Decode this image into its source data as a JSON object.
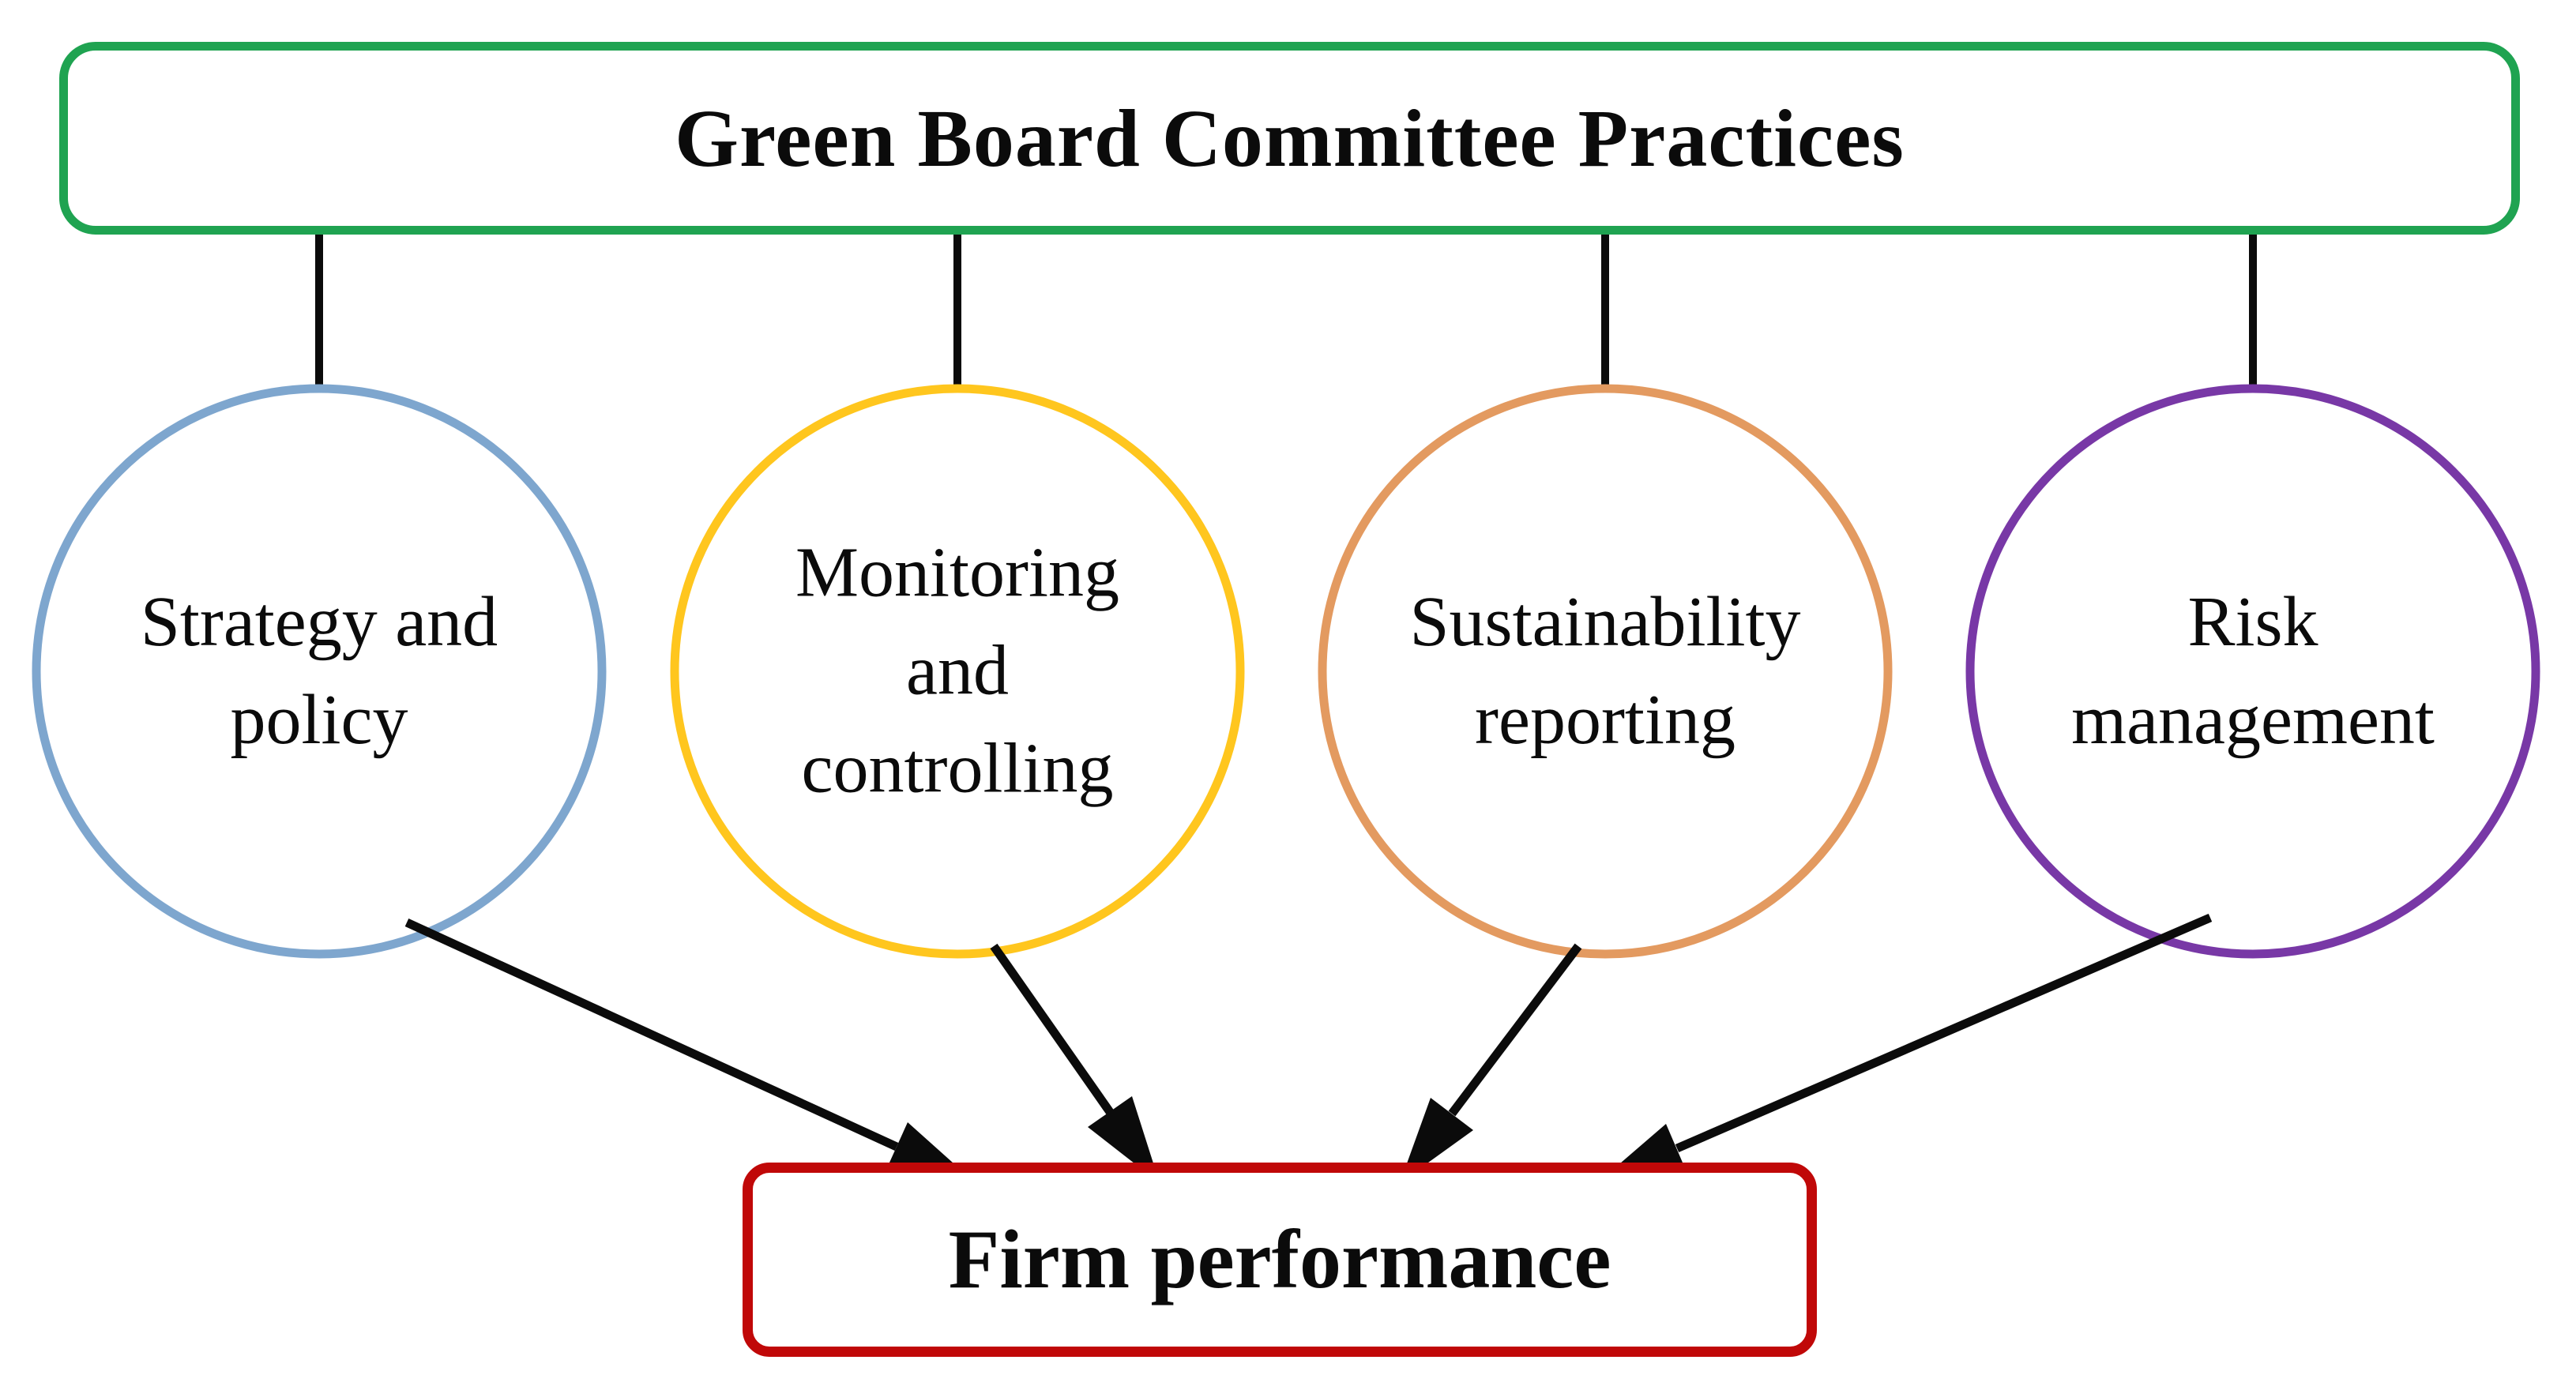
{
  "diagram": {
    "title_box": {
      "label": "Green Board Committee Practices",
      "border_color": "#1fa351"
    },
    "outcome_box": {
      "label": "Firm performance",
      "border_color": "#c00808"
    },
    "factors": [
      {
        "label": "Strategy and policy",
        "color": "#7ea6ce"
      },
      {
        "label": "Monitoring and controlling",
        "color": "#ffc61e"
      },
      {
        "label": "Sustainability reporting",
        "color": "#e39a60"
      },
      {
        "label": "Risk management",
        "color": "#7838a6"
      }
    ],
    "connector_color": "#0b0b0b",
    "arrow_color": "#0b0b0b"
  }
}
